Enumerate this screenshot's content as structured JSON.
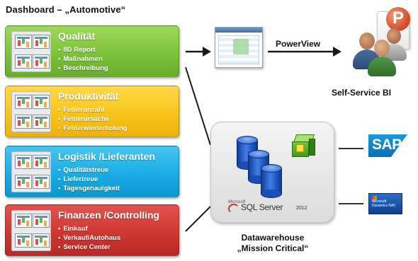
{
  "title": "Dashboard – „Automotive“",
  "cards": [
    {
      "title": "Qualität",
      "color": "#7cc23a",
      "items": [
        "8D Report",
        "Maßnahmen",
        "Beschreibung"
      ]
    },
    {
      "title": "Produktivität",
      "color": "#f8c51b",
      "items": [
        "Fehleranzahl",
        "Fehlerursache",
        "Fehlerwiederholung"
      ]
    },
    {
      "title": "Logistik /Lieferanten",
      "color": "#19ade4",
      "items": [
        "Qualitätstreue",
        "Liefertreue",
        "Tagesgenauigkeit"
      ]
    },
    {
      "title": "Finanzen /Controlling",
      "color": "#cf3731",
      "items": [
        "Einkauf",
        "Verkauf/Autohaus",
        "Service Center"
      ]
    }
  ],
  "powerview": "PowerView",
  "self_service": "Self-Service BI",
  "datawarehouse": {
    "line1": "Datawarehouse",
    "line2": "„Mission Critical“"
  },
  "sql_server": {
    "vendor": "Microsoft",
    "name": "SQL Server",
    "version": "2012"
  },
  "sap": "SAP",
  "ms_dynamics": "Microsoft Dynamics NAV",
  "icons": {
    "powerpoint": "powerpoint-icon",
    "users": "users-icon",
    "database": "database-icon",
    "cube": "cube-icon"
  }
}
